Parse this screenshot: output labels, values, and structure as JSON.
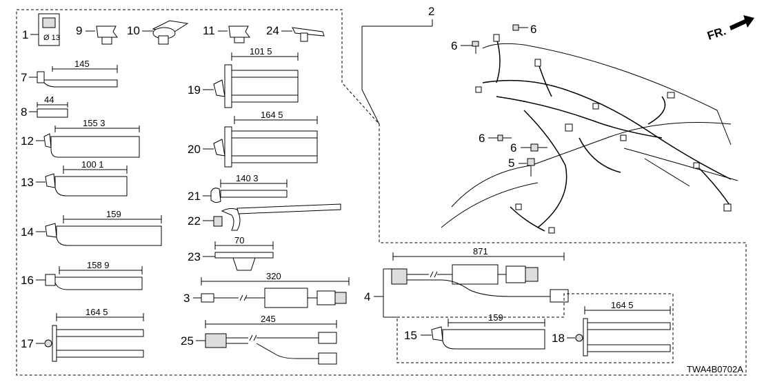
{
  "callouts": {
    "c1": "1",
    "c2": "2",
    "c3": "3",
    "c4": "4",
    "c5": "5",
    "c6a": "6",
    "c6b": "6",
    "c6c": "6",
    "c6d": "6",
    "c7": "7",
    "c8": "8",
    "c9": "9",
    "c10": "10",
    "c11": "11",
    "c12": "12",
    "c13": "13",
    "c14": "14",
    "c15": "15",
    "c16": "16",
    "c17": "17",
    "c18": "18",
    "c19": "19",
    "c20": "20",
    "c21": "21",
    "c22": "22",
    "c23": "23",
    "c24": "24",
    "c25": "25"
  },
  "dimensions": {
    "d7": "145",
    "d8": "44",
    "d12": "155 3",
    "d13": "100 1",
    "d14": "159",
    "d16": "158 9",
    "d17": "164 5",
    "d19": "101 5",
    "d20": "164 5",
    "d21": "140 3",
    "d23": "70",
    "d3": "320",
    "d25": "245",
    "d4": "871",
    "d15": "159",
    "d18": "164 5"
  },
  "part1_text": "Ø 13",
  "direction_label": "FR.",
  "diagram_code": "TWA4B0702A",
  "icons": {
    "direction": "arrow-right-icon"
  }
}
